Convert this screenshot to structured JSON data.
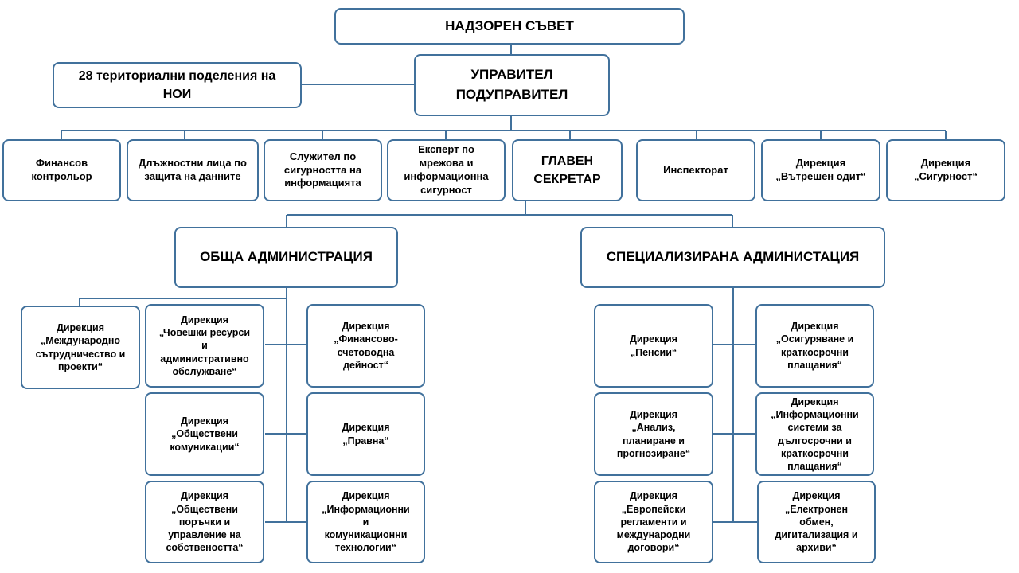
{
  "top": {
    "board": "НАДЗОРЕН  СЪВЕТ",
    "manager": "УПРАВИТЕЛ\nПОДУПРАВИТЕЛ",
    "territorial": "28 териториални поделения на\nНОИ"
  },
  "row2": [
    "Финансов\nконтрольор",
    "Длъжностни лица по\nзащита на данните",
    "Служител по\nсигурността на\nинформацията",
    "Експерт по\nмрежова и\nинформационна\nсигурност",
    "ГЛАВЕН\nСЕКРЕТАР",
    "Инспекторат",
    "Дирекция\n„Вътрешен одит“",
    "Дирекция\n„Сигурност“"
  ],
  "general_admin": {
    "title": "ОБЩА  АДМИНИСТРАЦИЯ",
    "items": [
      "Дирекция\n„Международно\nсътрудничество и\nпроекти“",
      "Дирекция\n„Човешки ресурси\nи\nадминистративно\nобслужване“",
      "Дирекция\n„Финансово-\nсчетоводна\nдейност“",
      "Дирекция\n„Обществени\nкомуникации“",
      "Дирекция\n„Правна“",
      "Дирекция\n„Обществени\nпоръчки и\nуправление на\nсобствеността“",
      "Дирекция\n„Информационни\nи\nкомуникационни\nтехнологии“"
    ]
  },
  "specialized_admin": {
    "title": "СПЕЦИАЛИЗИРАНА  АДМИНИСТАЦИЯ",
    "items": [
      "Дирекция\n„Пенсии“",
      "Дирекция\n„Осигуряване и\nкраткосрочни\nплащания“",
      "Дирекция\n„Анализ,\nпланиране и\nпрогнозиране“",
      "Дирекция\n„Информационни\nсистеми за\nдългосрочни и\nкраткосрочни\nплащания“",
      "Дирекция\n„Европейски\nрегламенти и\nмеждународни\nдоговори“",
      "Дирекция\n„Електронен\nобмен,\nдигитализация и\nархиви“"
    ]
  },
  "colors": {
    "border": "#41719c",
    "line": "#41719c"
  }
}
